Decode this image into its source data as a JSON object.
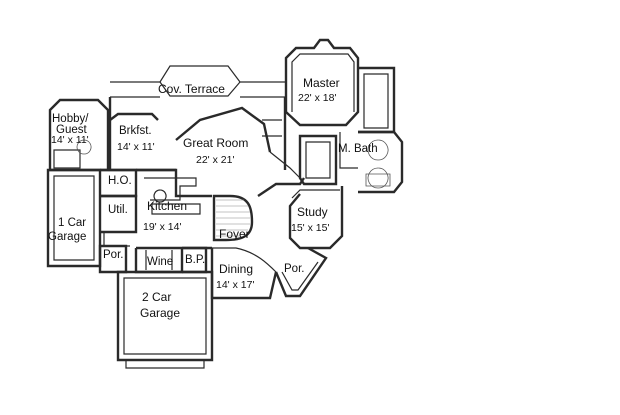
{
  "rooms": {
    "terrace": {
      "name": "Cov. Terrace"
    },
    "master": {
      "name": "Master",
      "size": "22' x 18'"
    },
    "hobby": {
      "name_line1": "Hobby/",
      "name_line2": "Guest",
      "size": "14' x 11'"
    },
    "breakfast": {
      "name": "Brkfst.",
      "size": "14' x 11'"
    },
    "great_room": {
      "name": "Great Room",
      "size": "22' x 21'"
    },
    "master_bath": {
      "name": "M. Bath"
    },
    "home_office": {
      "name": "H.O."
    },
    "utility": {
      "name": "Util."
    },
    "kitchen": {
      "name": "Kitchen",
      "size": "19' x 14'"
    },
    "one_car_garage": {
      "name_line1": "1 Car",
      "name_line2": "Garage"
    },
    "study": {
      "name": "Study",
      "size": "15' x 15'"
    },
    "foyer": {
      "name": "Foyer"
    },
    "porch_left": {
      "name": "Por."
    },
    "wine": {
      "name": "Wine"
    },
    "butler_pantry": {
      "name": "B.P."
    },
    "dining": {
      "name": "Dining",
      "size": "14' x 17'"
    },
    "porch_right": {
      "name": "Por."
    },
    "two_car_garage": {
      "name_line1": "2 Car",
      "name_line2": "Garage"
    }
  }
}
